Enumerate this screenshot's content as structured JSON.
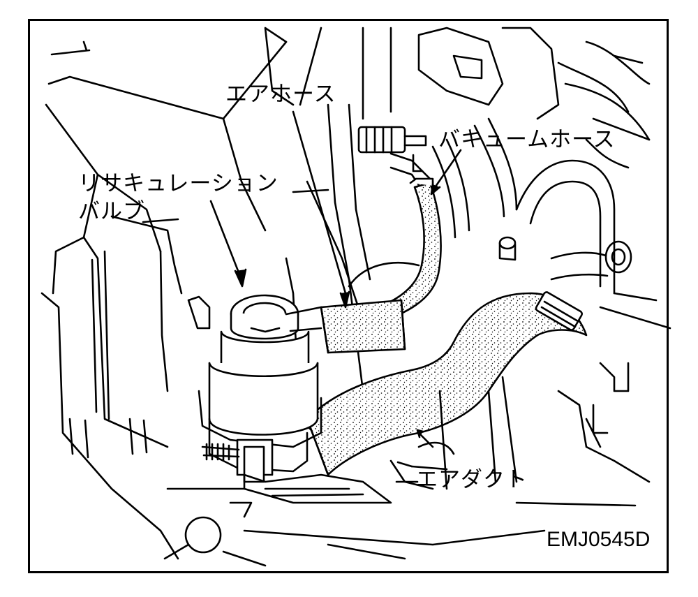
{
  "labels": {
    "air_hose": "エアホース",
    "vacuum_hose": "バキュームホース",
    "recirculation_valve_line1": "リサキュレーション",
    "recirculation_valve_line2": "バルブ",
    "air_duct": "エアダクト",
    "figure_code": "EMJ0545D"
  },
  "colors": {
    "ink": "#000000",
    "paper": "#ffffff"
  }
}
